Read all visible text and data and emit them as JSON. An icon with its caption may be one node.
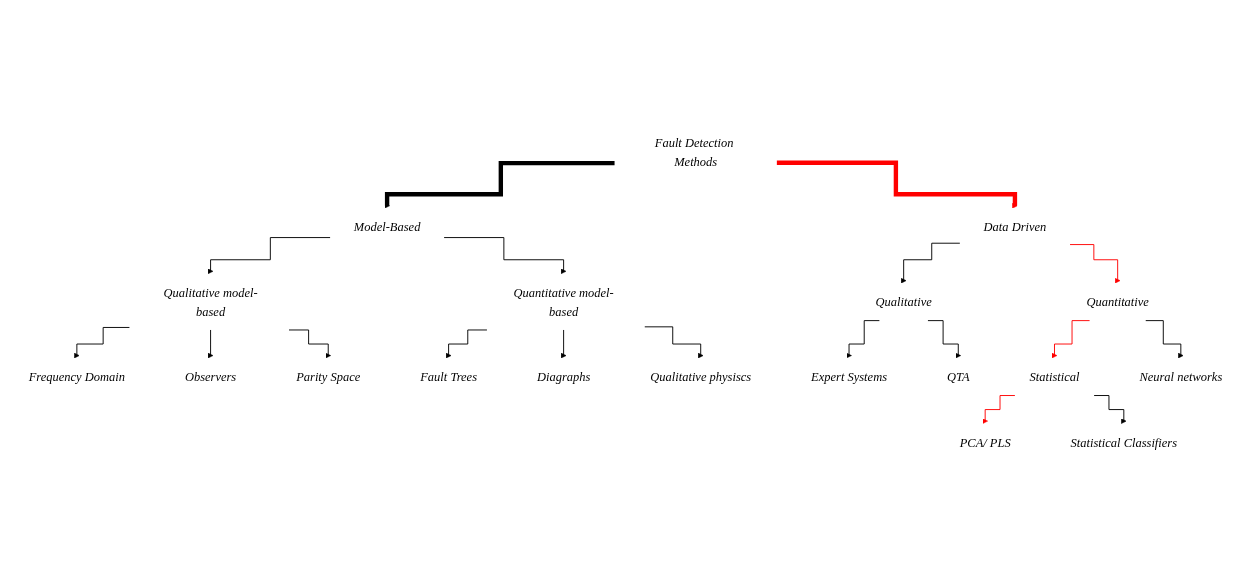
{
  "diagram": {
    "nodes": [
      {
        "text": [
          "Fault Detection Methods"
        ]
      },
      {
        "text": [
          "Model-Based"
        ]
      },
      {
        "text": [
          "Data Driven"
        ]
      },
      {
        "text": [
          "Qualitative model-based"
        ]
      },
      {
        "text": [
          "Quantitative model-based"
        ]
      },
      {
        "text": [
          "Qualitative"
        ]
      },
      {
        "text": [
          "Quantitative"
        ]
      },
      {
        "text": [
          "Frequency Domain"
        ]
      },
      {
        "text": [
          "Observers"
        ]
      },
      {
        "text": [
          "Parity Space"
        ]
      },
      {
        "text": [
          "Fault Trees"
        ]
      },
      {
        "text": [
          "Diagraphs"
        ]
      },
      {
        "text": [
          "Qualitative physiscs"
        ]
      },
      {
        "text": [
          "Expert Systems"
        ]
      },
      {
        "text": [
          "QTA"
        ]
      },
      {
        "text": [
          "Statistical"
        ]
      },
      {
        "text": [
          "Neural networks"
        ]
      },
      {
        "text": [
          "PCA/ PLS"
        ]
      },
      {
        "text": [
          "Statistical Classifiers"
        ]
      }
    ],
    "edges": [
      {
        "from": 0,
        "to": 1,
        "arrow": "to",
        "style": "thick"
      },
      {
        "from": 0,
        "to": 2,
        "arrow": "to",
        "style": "thick",
        "color": "#ff0000"
      },
      {
        "from": 1,
        "to": 3,
        "arrow": "to"
      },
      {
        "from": 1,
        "to": 4,
        "arrow": "to"
      },
      {
        "from": 2,
        "to": 5,
        "arrow": "to"
      },
      {
        "from": 2,
        "to": 6,
        "arrow": "to",
        "color": "#ff0000"
      },
      {
        "from": 3,
        "to": 7,
        "arrow": "to"
      },
      {
        "from": 3,
        "to": 8,
        "arrow": "to"
      },
      {
        "from": 3,
        "to": 9,
        "arrow": "to"
      },
      {
        "from": 4,
        "to": 10,
        "arrow": "to"
      },
      {
        "from": 4,
        "to": 11,
        "arrow": "to"
      },
      {
        "from": 4,
        "to": 12,
        "arrow": "to"
      },
      {
        "from": 5,
        "to": 13,
        "arrow": "to"
      },
      {
        "from": 5,
        "to": 14,
        "arrow": "to"
      },
      {
        "from": 6,
        "to": 15,
        "arrow": "to",
        "color": "#ff0000"
      },
      {
        "from": 6,
        "to": 16,
        "arrow": "to"
      },
      {
        "from": 15,
        "to": 17,
        "arrow": "to",
        "color": "#ff0000"
      },
      {
        "from": 15,
        "to": 18,
        "arrow": "to"
      }
    ]
  }
}
